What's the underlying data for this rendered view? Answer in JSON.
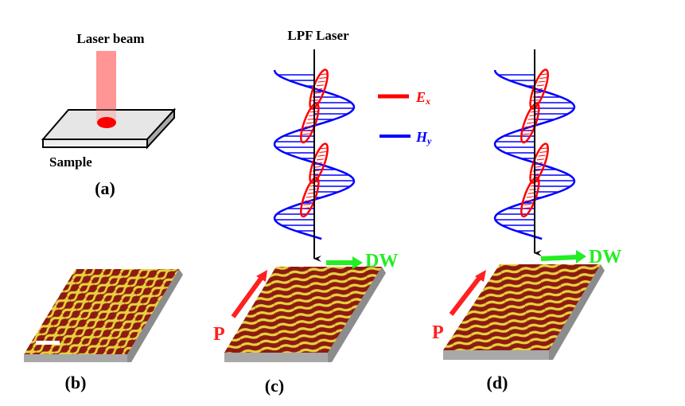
{
  "panel_a": {
    "beam_label": "Laser beam",
    "sample_label": "Sample",
    "caption": "(a)"
  },
  "panel_b": {
    "caption": "(b)"
  },
  "panel_c": {
    "laser_label": "LPF Laser",
    "polarization_label": "P",
    "domain_wall_label": "DW",
    "caption": "(c)"
  },
  "panel_d": {
    "polarization_label": "P",
    "domain_wall_label": "DW",
    "caption": "(d)"
  },
  "legend": {
    "items": [
      {
        "symbol": "E",
        "subscript": "x",
        "color": "#ff0000"
      },
      {
        "symbol": "H",
        "subscript": "y",
        "color": "#0000ff"
      }
    ]
  },
  "colors": {
    "stripe_dark": "#8e1a12",
    "stripe_light": "#e6d23c",
    "arrow_green": "#22ee22",
    "arrow_red": "#ff2020"
  }
}
